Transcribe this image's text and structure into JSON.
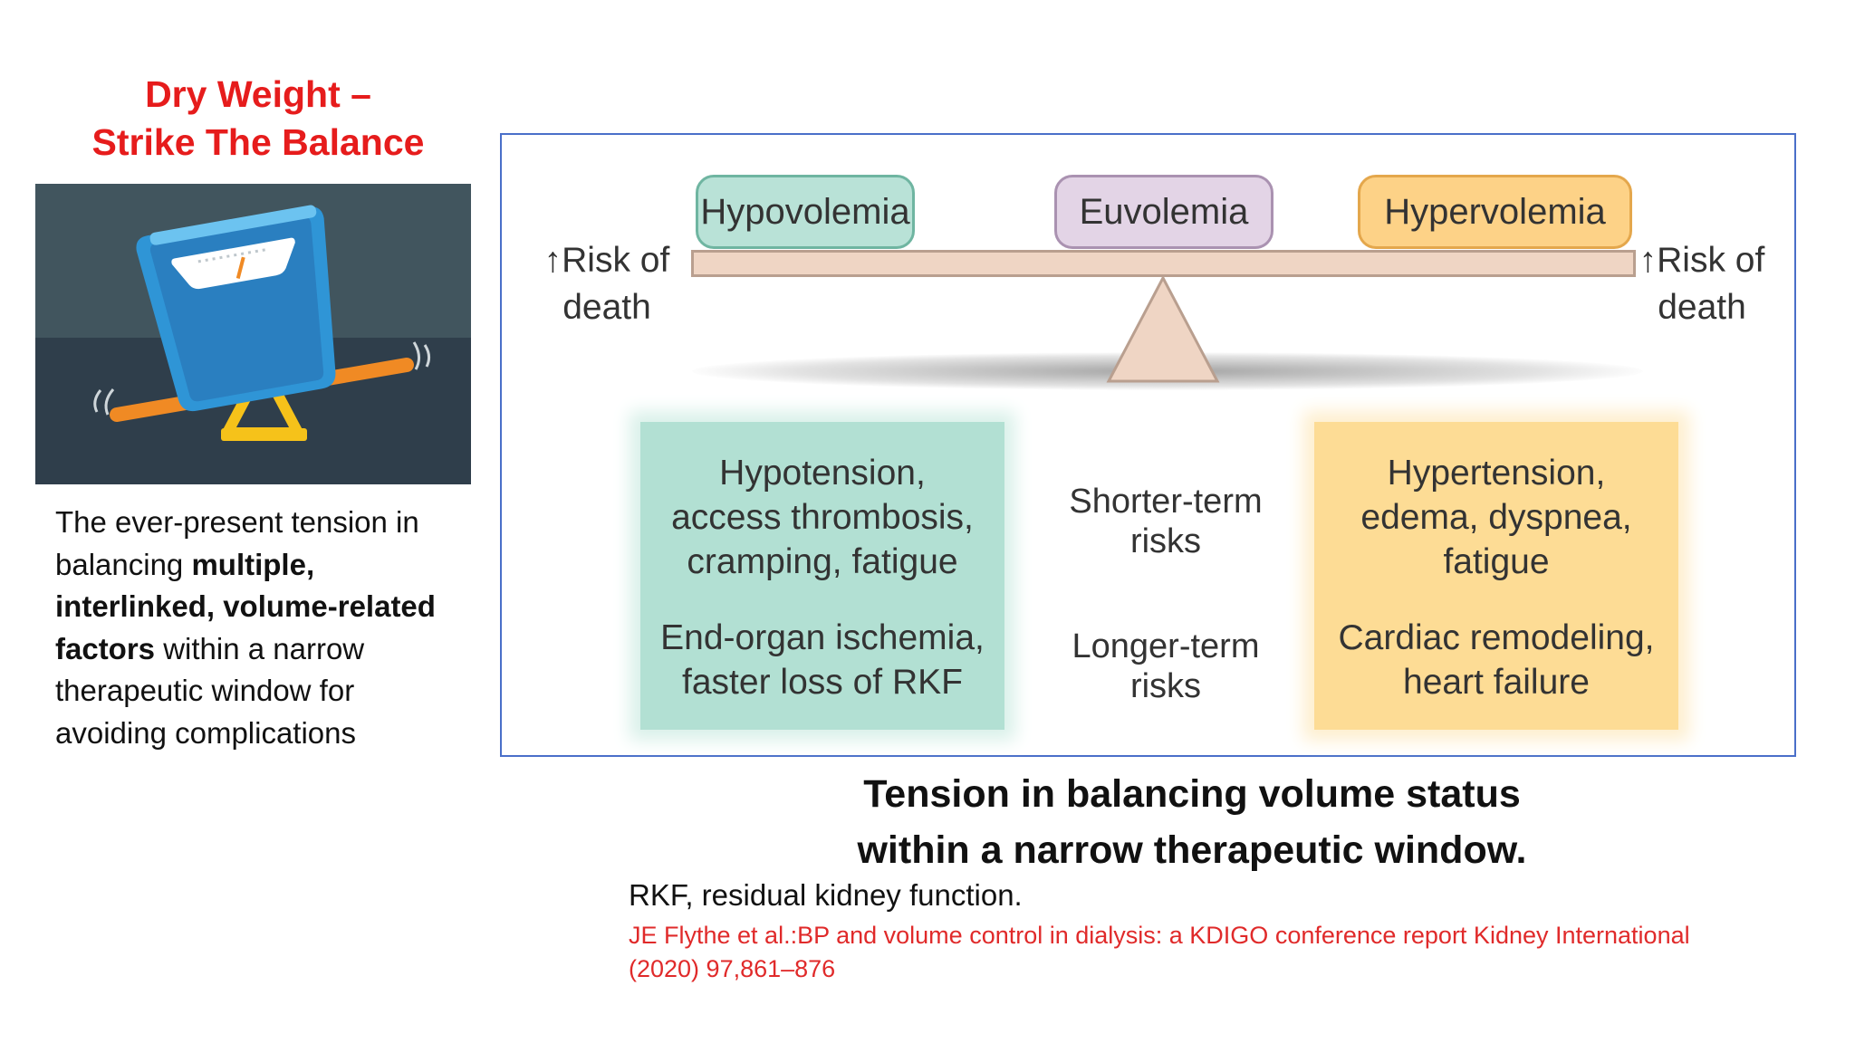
{
  "slide": {
    "title_line1": "Dry Weight –",
    "title_line2": "Strike The Balance",
    "body": {
      "part1": "The ever-present tension in balancing ",
      "bold": "multiple, interlinked, volume-related factors",
      "part2": " within a narrow therapeutic window for avoiding complications"
    },
    "caption_line1": "Tension in balancing volume status",
    "caption_line2": "within a narrow therapeutic window.",
    "abbreviation": "RKF, residual kidney function.",
    "reference_line1": "JE Flythe et al.:BP and volume control in dialysis: a KDIGO conference report Kidney International",
    "reference_line2": "(2020) 97,861–876"
  },
  "diagram": {
    "states": [
      "Hypovolemia",
      "Euvolemia",
      "Hypervolemia"
    ],
    "risk_left": {
      "line1": "↑Risk of",
      "line2": "death"
    },
    "risk_right": {
      "line1": "↑Risk of",
      "line2": "death"
    },
    "short_term_label": {
      "line1": "Shorter-term",
      "line2": "risks"
    },
    "long_term_label": {
      "line1": "Longer-term",
      "line2": "risks"
    },
    "hypo_short": [
      "Hypotension,",
      "access thrombosis,",
      "cramping, fatigue"
    ],
    "hypo_long": [
      "End-organ ischemia,",
      "faster loss of RKF"
    ],
    "hyper_short": [
      "Hypertension,",
      "edema, dyspnea,",
      "fatigue"
    ],
    "hyper_long": [
      "Cardiac remodeling,",
      "heart failure"
    ]
  },
  "colors": {
    "title": "#e61c1c",
    "hypovolemia": "#b9e2d7",
    "euvolemia": "#e3d4e6",
    "hypervolemia": "#fdd287",
    "frame": "#4a6fc9",
    "reference": "#e02a2a"
  },
  "icons": [
    "weighing-scale-icon",
    "seesaw-icon"
  ]
}
